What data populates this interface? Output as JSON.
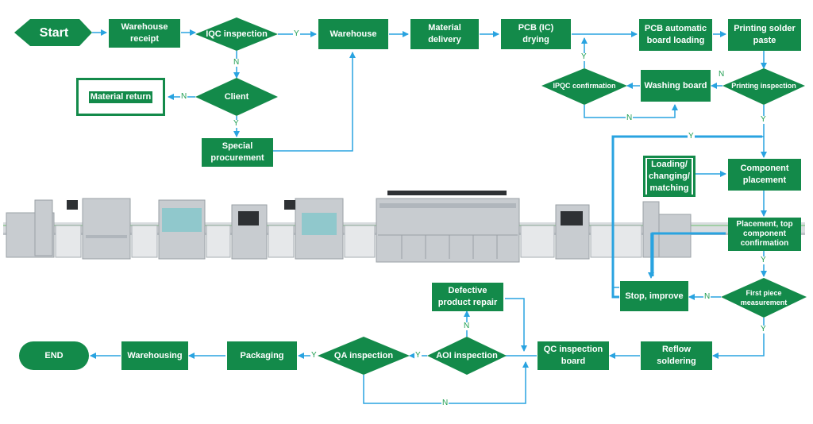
{
  "colors": {
    "box": "#138a4a",
    "arrow": "#29a3e0",
    "label": "#1f9e50",
    "machine": "#c8ccd0"
  },
  "nodes": {
    "start": "Start",
    "warehouse_receipt": "Warehouse receipt",
    "iqc": "IQC inspection",
    "warehouse": "Warehouse",
    "material_delivery": "Material delivery",
    "pcb_drying": "PCB (IC) drying",
    "pcb_loading": "PCB automatic board loading",
    "printing_paste": "Printing solder paste",
    "material_return": "Material return",
    "client": "Client",
    "special_procurement": "Special procurement",
    "ipqc": "IPQC confirmation",
    "washing_board": "Washing board",
    "printing_inspection": "Printing inspection",
    "loading_changing": "Loading/ changing/ matching",
    "component_placement": "Component placement",
    "placement_confirm": "Placement, top component confirmation",
    "stop_improve": "Stop, improve",
    "first_piece": "First piece measurement",
    "defective_repair": "Defective product repair",
    "end": "END",
    "warehousing": "Warehousing",
    "packaging": "Packaging",
    "qa": "QA inspection",
    "aoi": "AOI inspection",
    "qc_board": "QC inspection board",
    "reflow": "Reflow soldering"
  },
  "edge_labels": {
    "yes": "Y",
    "no": "N"
  }
}
